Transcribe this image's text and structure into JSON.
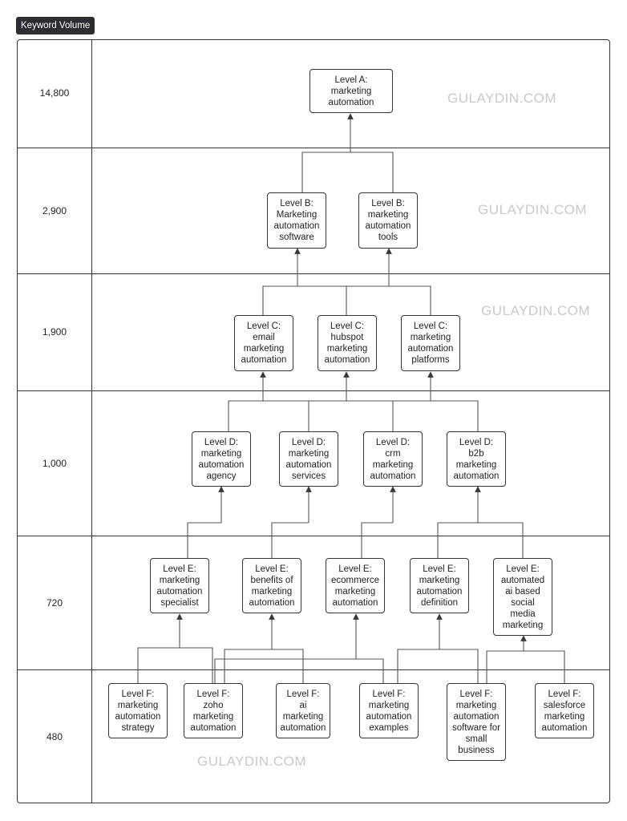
{
  "header": {
    "tag_label": "Keyword Volume"
  },
  "rows": [
    {
      "volume": "14,800"
    },
    {
      "volume": "2,900"
    },
    {
      "volume": "1,900"
    },
    {
      "volume": "1,000"
    },
    {
      "volume": "720"
    },
    {
      "volume": "480"
    }
  ],
  "watermark": "GULAYDIN.COM",
  "nodes": {
    "a": {
      "label": "Level A:\nmarketing\nautomation"
    },
    "b1": {
      "label": "Level B:\nMarketing\nautomation\nsoftware"
    },
    "b2": {
      "label": "Level B:\nmarketing\nautomation\ntools"
    },
    "c1": {
      "label": "Level C:\nemail\nmarketing\nautomation"
    },
    "c2": {
      "label": "Level C:\nhubspot\nmarketing\nautomation"
    },
    "c3": {
      "label": "Level C:\nmarketing\nautomation\nplatforms"
    },
    "d1": {
      "label": "Level D:\nmarketing\nautomation\nagency"
    },
    "d2": {
      "label": "Level D:\nmarketing\nautomation\nservices"
    },
    "d3": {
      "label": "Level D:\ncrm\nmarketing\nautomation"
    },
    "d4": {
      "label": "Level D:\nb2b\nmarketing\nautomation"
    },
    "e1": {
      "label": "Level E:\nmarketing\nautomation\nspecialist"
    },
    "e2": {
      "label": "Level E:\nbenefits of\nmarketing\nautomation"
    },
    "e3": {
      "label": "Level E:\necommerce\nmarketing\nautomation"
    },
    "e4": {
      "label": "Level E:\nmarketing\nautomation\ndefinition"
    },
    "e5": {
      "label": "Level E:\nautomated\nai based\nsocial\nmedia\nmarketing"
    },
    "f1": {
      "label": "Level F:\nmarketing\nautomation\nstrategy"
    },
    "f2": {
      "label": "Level F:\nzoho\nmarketing\nautomation"
    },
    "f3": {
      "label": "Level F:\nai\nmarketing\nautomation"
    },
    "f4": {
      "label": "Level F:\nmarketing\nautomation\nexamples"
    },
    "f5": {
      "label": "Level F:\nmarketing\nautomation\nsoftware for\nsmall\nbusiness"
    },
    "f6": {
      "label": "Level F:\nsalesforce\nmarketing\nautomation"
    }
  }
}
